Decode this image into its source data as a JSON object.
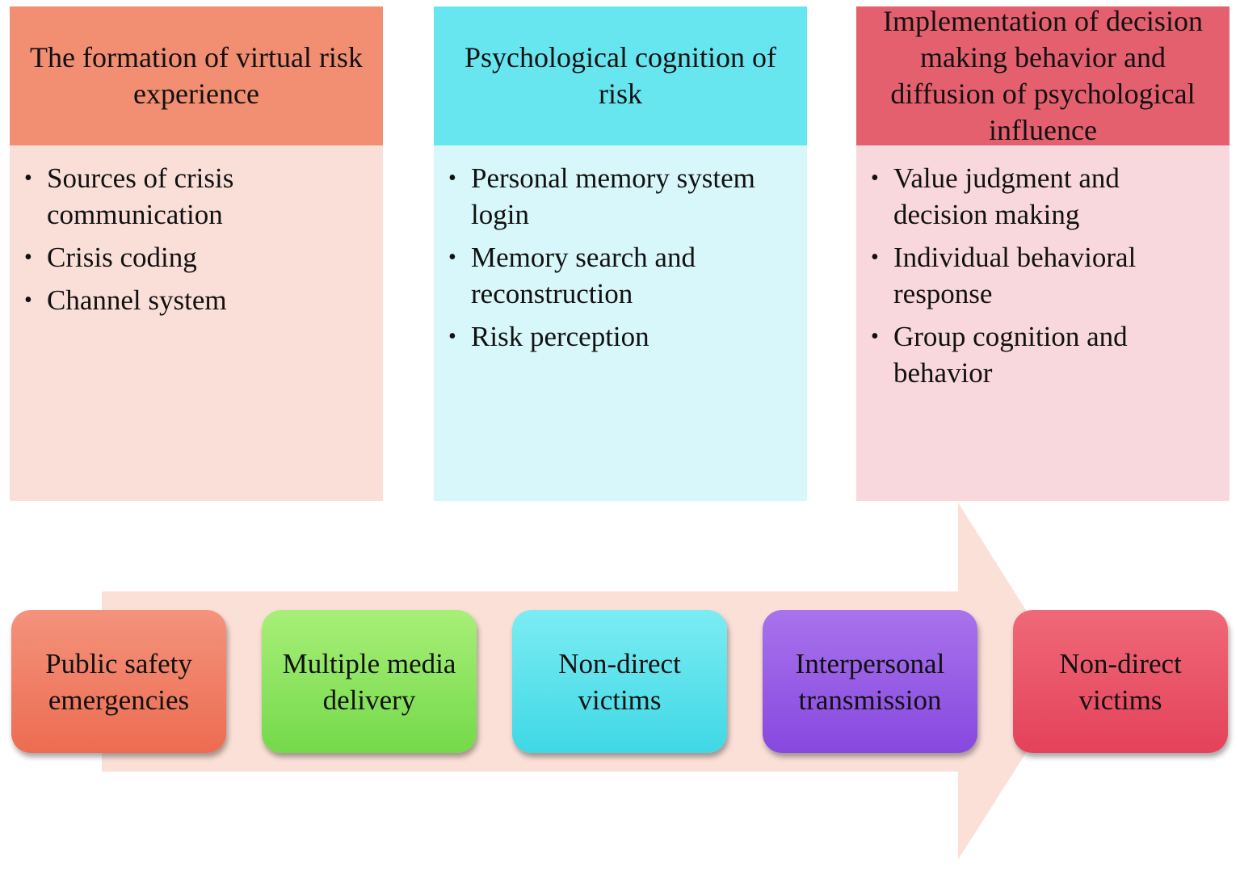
{
  "columns": [
    {
      "title": "The formation of virtual risk experience",
      "items": [
        "Sources of crisis communication",
        "Crisis coding",
        "Channel system"
      ]
    },
    {
      "title": "Psychological cognition of risk",
      "items": [
        "Personal memory system login",
        "Memory search and reconstruction",
        "Risk perception"
      ]
    },
    {
      "title": "Implementation of decision making behavior and diffusion of psychological influence",
      "items": [
        "Value judgment and decision making",
        "Individual behavioral response",
        "Group cognition and behavior"
      ]
    }
  ],
  "bullet": "•",
  "flow": {
    "steps": [
      "Public safety emergencies",
      "Multiple media delivery",
      "Non-direct victims",
      "Interpersonal transmission",
      "Non-direct victims"
    ]
  },
  "colors": {
    "col1_header": "#f28e72",
    "col1_body": "#fadfd8",
    "col2_header": "#67e6ef",
    "col2_body": "#d8f7fa",
    "col3_header": "#e5606f",
    "col3_body": "#f9d8dd",
    "arrow": "#fbe0d8"
  }
}
